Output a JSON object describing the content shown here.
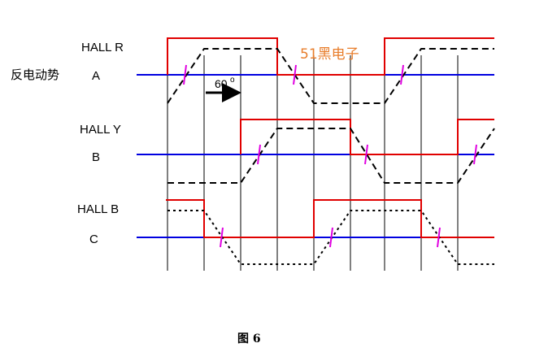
{
  "labels": {
    "hall_r": "HALL R",
    "hall_y": "HALL Y",
    "hall_b": "HALL B",
    "back_emf": "反电动势",
    "phase_a": "A",
    "phase_b": "B",
    "phase_c": "C",
    "angle": "60",
    "degree": "o",
    "watermark": "51黑电子",
    "caption": "图 6"
  },
  "colors": {
    "hall_signal": "#e00000",
    "axis": "#0000e0",
    "emf": "#000000",
    "zero_cross_marker": "#e000e0",
    "watermark": "#e87d2b"
  }
}
